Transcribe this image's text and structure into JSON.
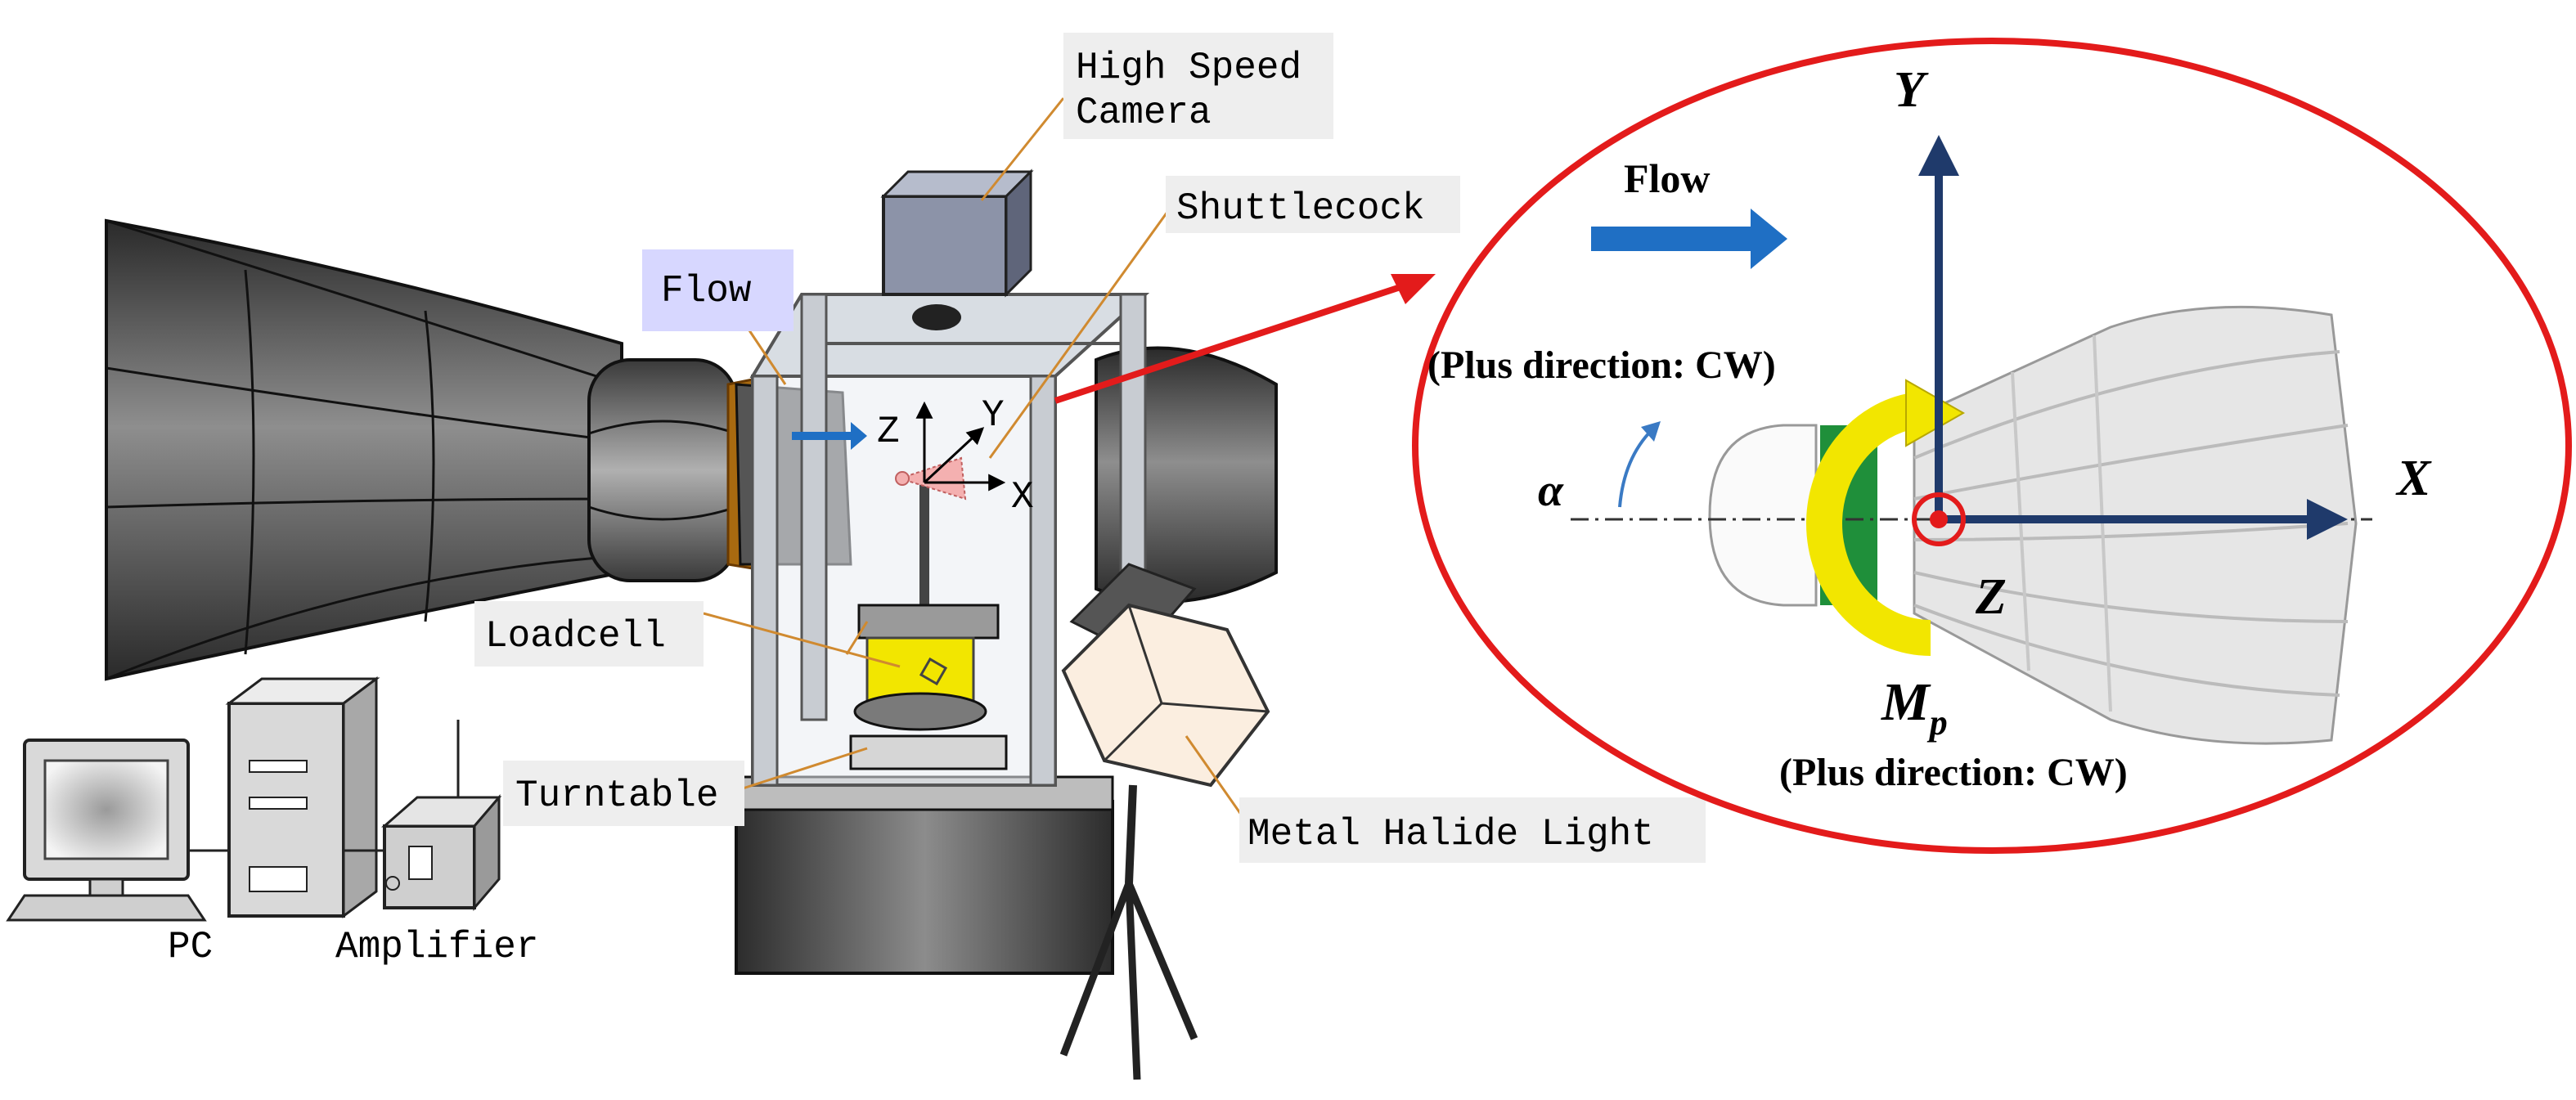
{
  "left_labels": {
    "camera_line1": "High Speed",
    "camera_line2": "Camera",
    "shuttlecock": "Shuttlecock",
    "flow": "Flow",
    "loadcell": "Loadcell",
    "turntable": "Turntable",
    "light": "Metal Halide Light",
    "pc": "PC",
    "amplifier": "Amplifier",
    "axis_z": "Z",
    "axis_y": "Y",
    "axis_x": "X"
  },
  "inset": {
    "flow": "Flow",
    "plus_direction_top": "(Plus direction: CW)",
    "plus_direction_bottom": "(Plus direction: CW)",
    "axis_y": "Y",
    "axis_x": "X",
    "axis_z": "Z",
    "alpha": "α",
    "moment_main": "M",
    "moment_sub": "p"
  },
  "colors": {
    "flow_arrow": "#1f6fc4",
    "callout_red": "#e31b1b",
    "axis_navy": "#1f3a6b",
    "moment_yellow": "#f2e600",
    "label_box_grey": "#eeeeee",
    "label_box_lavender": "#d7d7ff",
    "tunnel_dark": "#3d3d3d"
  }
}
